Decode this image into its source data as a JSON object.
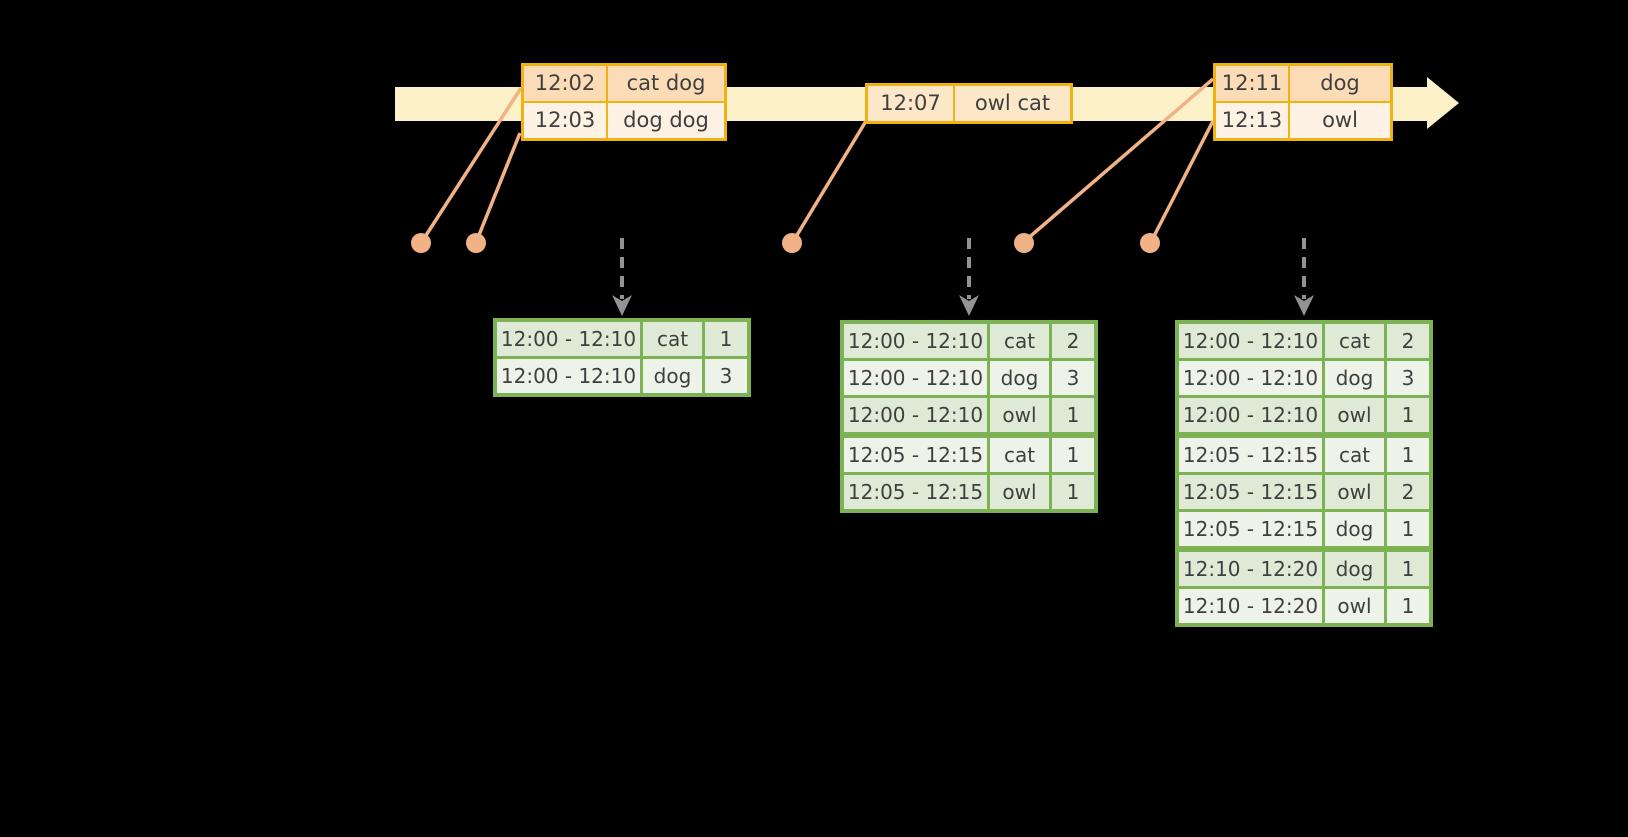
{
  "colors": {
    "timeline_fill": "#FCF1C9",
    "event_border": "#EFB211",
    "event_row_dark": "#FBDCB7",
    "event_row_mid": "#FCE7C9",
    "event_row_light": "#FDF2E3",
    "result_border": "#7DB254",
    "result_row_tint": "#DEEAD5",
    "result_row_light": "#EDF3E9",
    "connector": "#F1B285",
    "trigger_arrow": "#939393",
    "text": "#3F3F3F",
    "background": "#000000"
  },
  "event_tables": [
    {
      "rows": [
        {
          "time": "12:02",
          "words": "cat dog"
        },
        {
          "time": "12:03",
          "words": "dog dog"
        }
      ]
    },
    {
      "rows": [
        {
          "time": "12:07",
          "words": "owl cat"
        }
      ]
    },
    {
      "rows": [
        {
          "time": "12:11",
          "words": "dog"
        },
        {
          "time": "12:13",
          "words": "owl"
        }
      ]
    }
  ],
  "result_tables": [
    {
      "rows": [
        {
          "window": "12:00 - 12:10",
          "word": "cat",
          "count": "1"
        },
        {
          "window": "12:00 - 12:10",
          "word": "dog",
          "count": "3"
        }
      ]
    },
    {
      "rows": [
        {
          "window": "12:00 - 12:10",
          "word": "cat",
          "count": "2"
        },
        {
          "window": "12:00 - 12:10",
          "word": "dog",
          "count": "3"
        },
        {
          "window": "12:00 - 12:10",
          "word": "owl",
          "count": "1"
        },
        {
          "window": "12:05 - 12:15",
          "word": "cat",
          "count": "1"
        },
        {
          "window": "12:05 - 12:15",
          "word": "owl",
          "count": "1"
        }
      ]
    },
    {
      "rows": [
        {
          "window": "12:00 - 12:10",
          "word": "cat",
          "count": "2"
        },
        {
          "window": "12:00 - 12:10",
          "word": "dog",
          "count": "3"
        },
        {
          "window": "12:00 - 12:10",
          "word": "owl",
          "count": "1"
        },
        {
          "window": "12:05 - 12:15",
          "word": "cat",
          "count": "1"
        },
        {
          "window": "12:05 - 12:15",
          "word": "owl",
          "count": "2"
        },
        {
          "window": "12:05 - 12:15",
          "word": "dog",
          "count": "1"
        },
        {
          "window": "12:10 - 12:20",
          "word": "dog",
          "count": "1"
        },
        {
          "window": "12:10 - 12:20",
          "word": "owl",
          "count": "1"
        }
      ]
    }
  ]
}
